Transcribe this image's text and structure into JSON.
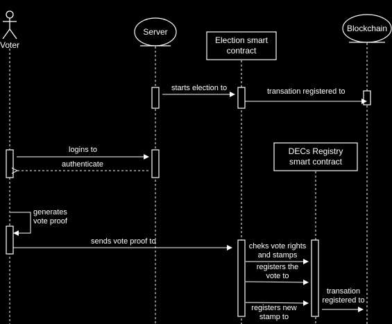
{
  "participants": {
    "voter": "Voter",
    "server": "Server",
    "election_contract": "Election smart contract",
    "blockchain": "Blockchain",
    "dec_registry": "DECs Registry smart contract"
  },
  "messages": {
    "starts_election": "starts election to",
    "transaction_registered_1": "transation registered to",
    "logins": "logins to",
    "authenticate": "authenticate",
    "generates_vote_proof": "generates vote proof",
    "sends_vote_proof": "sends vote proof to",
    "checks_vote_rights": "cheks vote rights and stamps",
    "registers_vote": "registers the vote to",
    "registers_new_stamp": "registers new stamp to",
    "transaction_registered_2": "transation registered to"
  }
}
